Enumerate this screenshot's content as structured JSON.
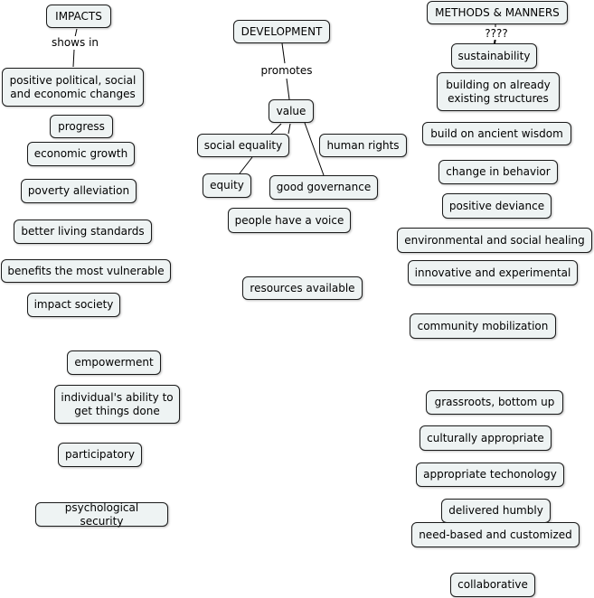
{
  "colors": {
    "node_fill": "#eef3f3",
    "node_border": "#1a1a1a",
    "link": "#000000",
    "background": "#ffffff"
  },
  "concepts": {
    "impacts": "IMPACTS",
    "development": "DEVELOPMENT",
    "methods": "METHODS & MANNERS",
    "positive_changes": "positive political, social\nand economic changes",
    "progress": "progress",
    "economic_growth": "economic growth",
    "poverty_alleviation": "poverty alleviation",
    "living_standards": "better living standards",
    "benefits_vulnerable": "benefits the most vulnerable",
    "impact_society": "impact society",
    "empowerment": "empowerment",
    "individual_ability": "individual's ability to\nget things done",
    "participatory": "participatory",
    "psychological_security": "psychological security",
    "value": "value",
    "social_equality": "social equality",
    "human_rights": "human rights",
    "equity": "equity",
    "good_governance": "good governance",
    "people_voice": "people have a voice",
    "resources_available": "resources available",
    "sustainability": "sustainability",
    "existing_structures": "building on already\nexisting structures",
    "ancient_wisdom": "build on ancient wisdom",
    "behavior_change": "change in behavior",
    "positive_deviance": "positive deviance",
    "healing": "environmental and social healing",
    "innovative": "innovative and experimental",
    "community_mobilization": "community mobilization",
    "grassroots": "grassroots, bottom up",
    "culturally_appropriate": "culturally appropriate",
    "appropriate_technology": "appropriate techonology",
    "delivered_humbly": "delivered humbly",
    "need_based": "need-based and customized",
    "collaborative": "collaborative"
  },
  "link_labels": {
    "shows_in": "shows in",
    "promotes": "promotes",
    "unknown": "????"
  }
}
